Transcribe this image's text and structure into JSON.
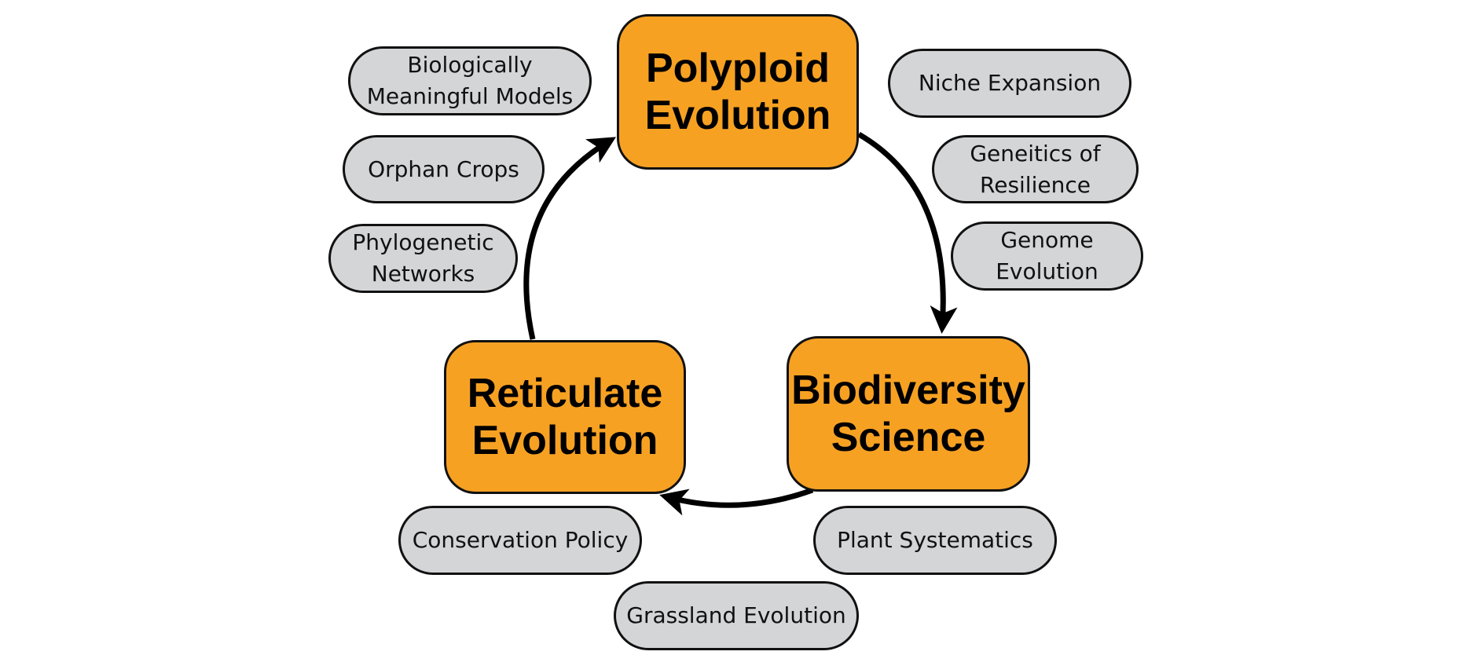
{
  "diagram": {
    "core": {
      "polyploid": "Polyploid\nEvolution",
      "biodiversity": "Biodiversity\nScience",
      "reticulate": "Reticulate\nEvolution"
    },
    "topics": {
      "biologically_meaningful_models": "Biologically\nMeaningful Models",
      "orphan_crops": "Orphan Crops",
      "phylogenetic_networks": "Phylogenetic\nNetworks",
      "niche_expansion": "Niche Expansion",
      "geneitics_of_resilience": "Geneitics of\nResilience",
      "genome_evolution": "Genome\nEvolution",
      "conservation_policy": "Conservation Policy",
      "plant_systematics": "Plant Systematics",
      "grassland_evolution": "Grassland Evolution"
    },
    "cycle": [
      {
        "from": "Polyploid Evolution",
        "to": "Biodiversity Science"
      },
      {
        "from": "Biodiversity Science",
        "to": "Reticulate Evolution"
      },
      {
        "from": "Reticulate Evolution",
        "to": "Polyploid Evolution"
      }
    ],
    "colors": {
      "core_fill": "#f7a123",
      "topic_fill": "#d4d5d7",
      "outline": "#111111",
      "arrow": "#000000"
    }
  }
}
